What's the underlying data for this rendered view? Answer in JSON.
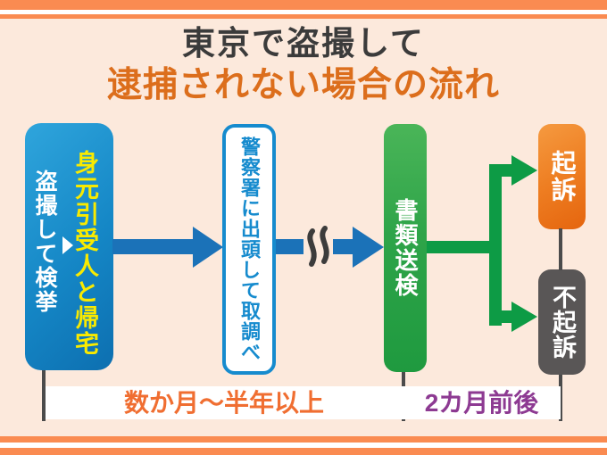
{
  "title": {
    "line1": "東京で盗撮して",
    "line2": "逮捕されない場合の流れ"
  },
  "flow": {
    "arrest": {
      "label": "盗撮して検挙",
      "result": "身元引受人と帰宅"
    },
    "police": {
      "label": "警察署に出頭して取調べ"
    },
    "referral": {
      "label": "書類送検"
    },
    "prosecution": {
      "label": "起訴"
    },
    "non_prosecution": {
      "label": "不起訴"
    }
  },
  "timeline": {
    "left_period": "数か月〜半年以上",
    "right_period": "2カ月前後"
  },
  "icons": {
    "pointer": "right-triangle ▶",
    "flow_arrow": "thick right arrow",
    "break_marks": "double squiggle time-break 〜〜"
  },
  "colors": {
    "background": "#fce9dc",
    "stripe_orange": "#fa8b51",
    "title_dark": "#3b3b3b",
    "title_orange": "#dc6e1c",
    "flow_blue": "#1b72b8",
    "box_blue_top": "#2fa5dc",
    "box_blue_bottom": "#0d6fb0",
    "highlight_yellow": "#f9ea00",
    "police_box_blue": "#168bce",
    "flow_green": "#0d9b45",
    "box_green_top": "#4ab558",
    "box_green_bottom": "#1f9a3f",
    "box_orange_top": "#f59a40",
    "box_orange_bottom": "#e5650e",
    "box_gray": "#595656",
    "connector_gray": "#4b4b4b",
    "period_orange": "#f06e31",
    "period_purple": "#8d3a92"
  }
}
